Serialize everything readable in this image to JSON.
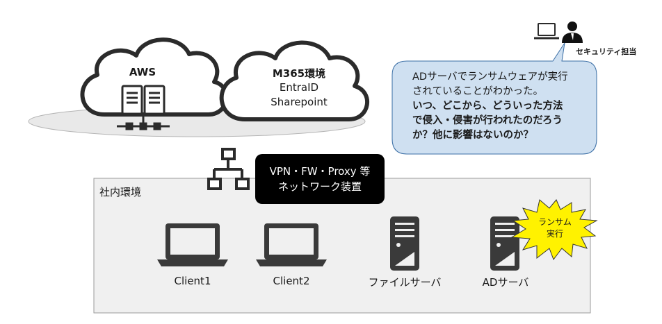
{
  "clouds": {
    "aws": {
      "title": "AWS"
    },
    "m365": {
      "title": "M365環境",
      "lines": [
        "EntraID",
        "Sharepoint"
      ]
    }
  },
  "network": {
    "lines": [
      "VPN・FW・Proxy 等",
      "ネットワーク装置"
    ]
  },
  "security": {
    "label": "セキュリティ担当",
    "bubble": {
      "lines": [
        "ADサーバでランサムウェアが実行",
        "されていることがわかった。"
      ],
      "bold_lines": [
        "いつ、どこから、どういった方法",
        "で侵入・侵害が行われたのだろう",
        "か？他に影響はないのか？"
      ]
    }
  },
  "internal": {
    "label": "社内環境",
    "devices": {
      "client1": "Client1",
      "client2": "Client2",
      "file_server": "ファイルサーバ",
      "ad_server": "ADサーバ"
    },
    "ransom_burst": {
      "lines": [
        "ランサム",
        "実行"
      ]
    }
  },
  "colors": {
    "cloud_fill": "#ffffff",
    "cloud_stroke": "#2b2b2b",
    "ground": "#e9e9e9",
    "bubble_fill": "#cfe0f1",
    "burst_fill": "#fff200",
    "dark_icon": "#3a3a3a"
  },
  "icons": [
    "server-rack-icon",
    "network-switch-icon",
    "laptop-icon",
    "user-icon",
    "tower-server-icon",
    "starburst-icon"
  ]
}
